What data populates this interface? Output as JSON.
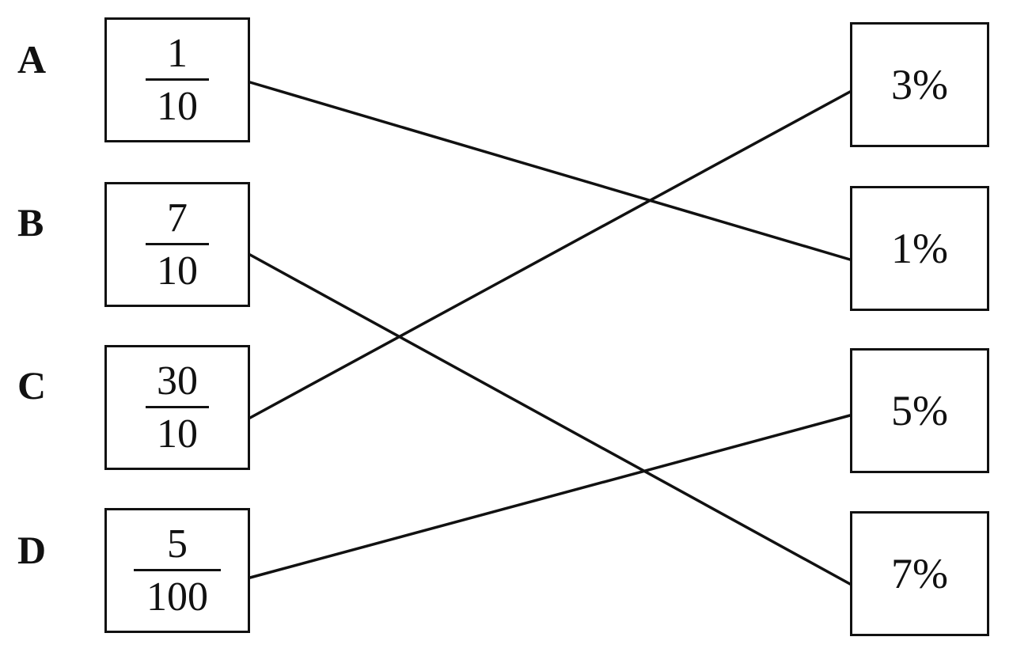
{
  "left_items": [
    {
      "letter": "A",
      "numerator": "1",
      "denominator": "10"
    },
    {
      "letter": "B",
      "numerator": "7",
      "denominator": "10"
    },
    {
      "letter": "C",
      "numerator": "30",
      "denominator": "10"
    },
    {
      "letter": "D",
      "numerator": "5",
      "denominator": "100"
    }
  ],
  "right_items": [
    {
      "label": "3%"
    },
    {
      "label": "1%"
    },
    {
      "label": "5%"
    },
    {
      "label": "7%"
    }
  ],
  "connections": [
    {
      "from": "A",
      "to": "1%"
    },
    {
      "from": "B",
      "to": "7%"
    },
    {
      "from": "C",
      "to": "3%"
    },
    {
      "from": "D",
      "to": "5%"
    }
  ]
}
